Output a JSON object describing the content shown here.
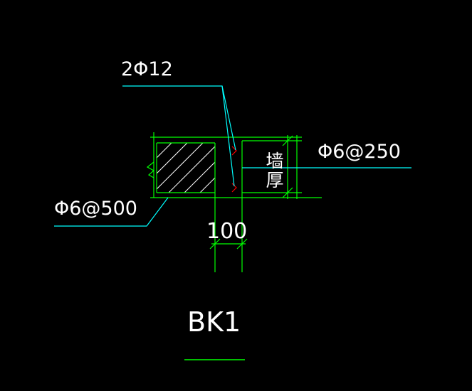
{
  "labels": {
    "top_rebar": "2Φ12",
    "right_rebar": "Φ6@250",
    "left_rebar": "Φ6@500",
    "dimension": "100",
    "wall_thickness": "墙厚",
    "title": "BK1"
  },
  "colors": {
    "background": "#000000",
    "structure": "#00ff00",
    "leader": "#00ffff",
    "rebar": "#ff0000",
    "text": "#ffffff"
  }
}
